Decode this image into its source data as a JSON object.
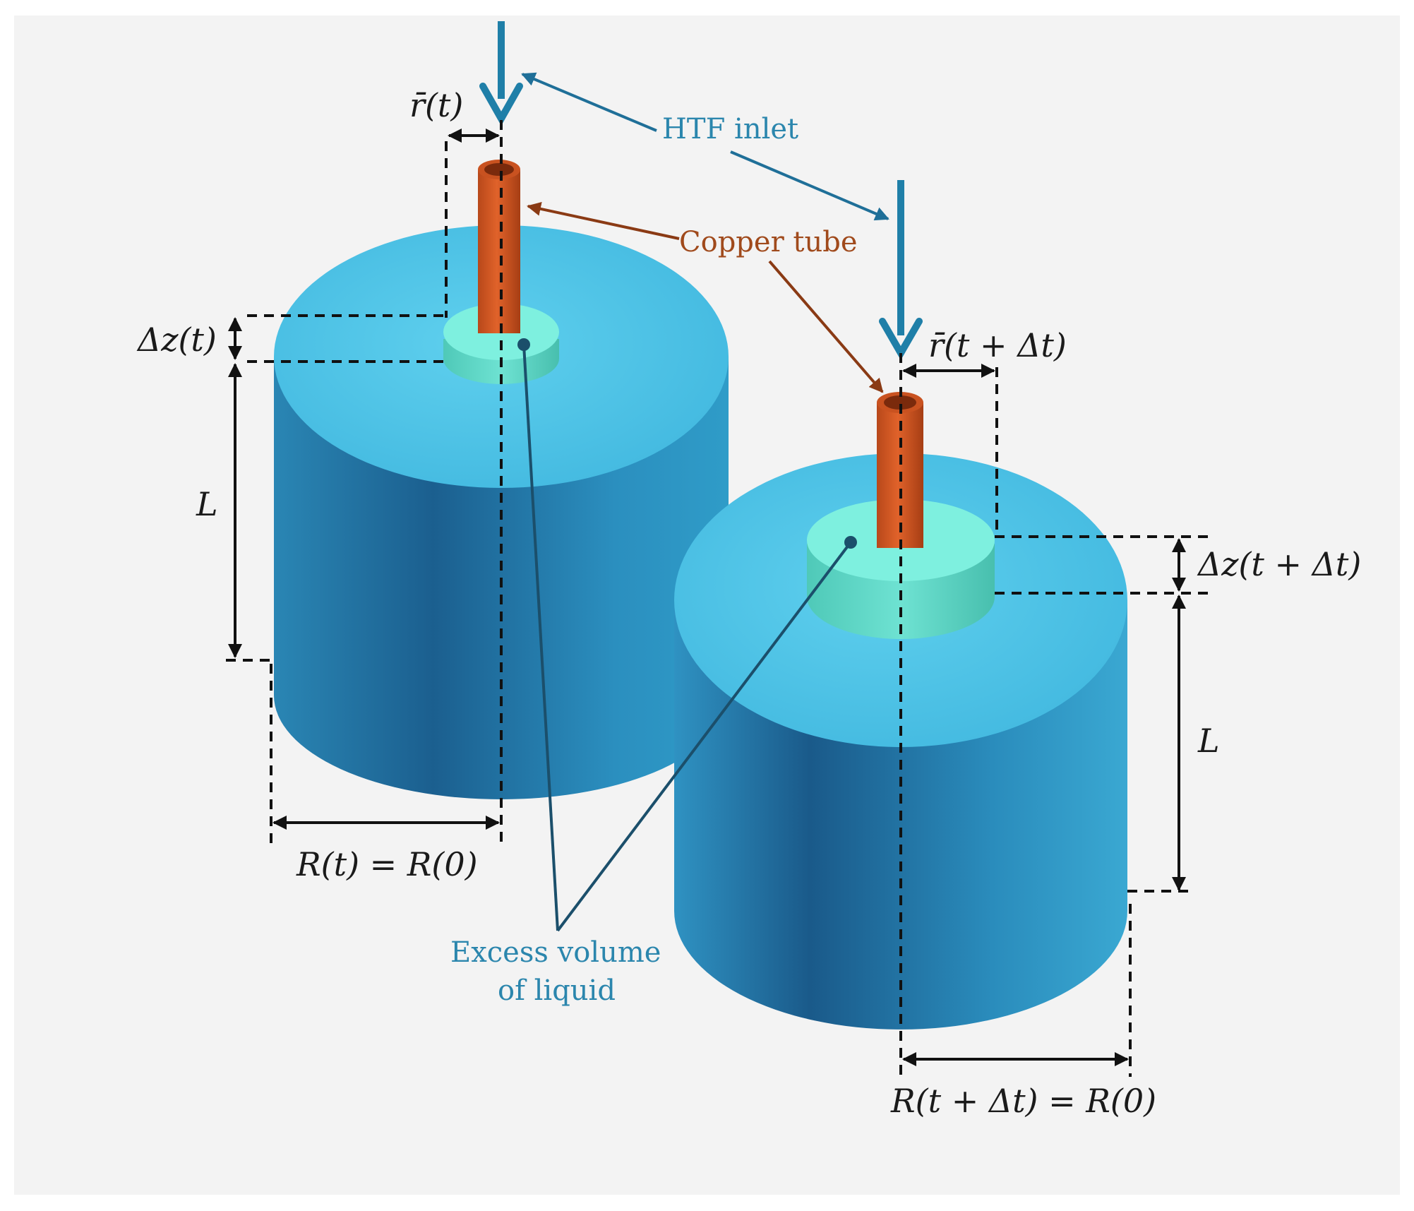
{
  "labels": {
    "htf_inlet": "HTF inlet",
    "copper_tube": "Copper tube",
    "excess_line1": "Excess volume",
    "excess_line2": "of liquid"
  },
  "math": {
    "r_bar_t": "r̄(t)",
    "r_bar_t_dt": "r̄(t + Δt)",
    "dz_t": "Δz(t)",
    "dz_t_dt": "Δz(t + Δt)",
    "L_left": "L",
    "L_right": "L",
    "R_left": "R(t) = R(0)",
    "R_right": "R(t + Δt) = R(0)"
  },
  "colors": {
    "background": "#f3f3f3",
    "cylinder_top": "#4fc3e6",
    "cylinder_side": "#2a8fba",
    "cylinder_side_dark": "#1a5f8a",
    "liquid": "#6fe0d0",
    "copper": "#d55a22",
    "arrow_blue": "#1f7fa8",
    "pointer_copper": "#8a3a14",
    "label_blue": "#2b86ad",
    "label_copper": "#a04a1c"
  }
}
